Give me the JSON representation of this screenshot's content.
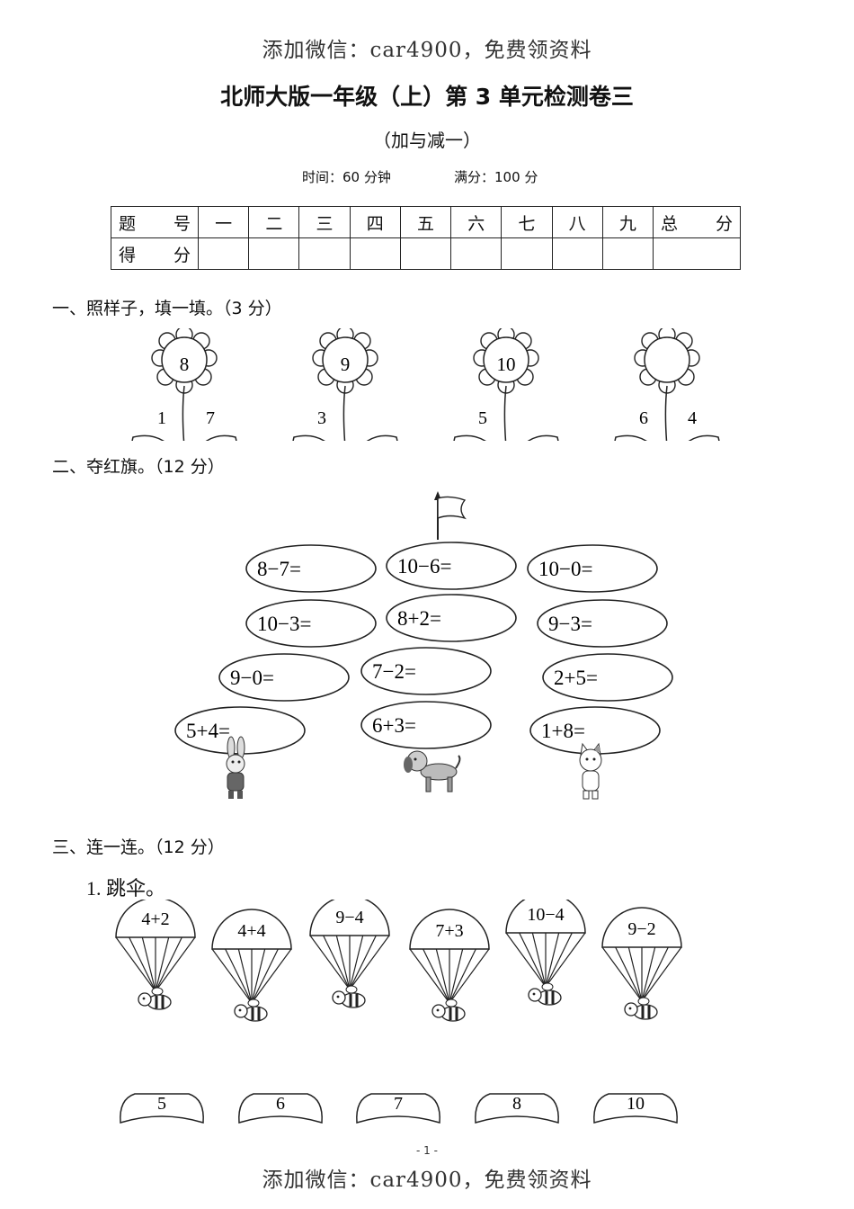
{
  "watermark": {
    "top": "添加微信：car4900，免费领资料",
    "bottom": "添加微信：car4900，免费领资料"
  },
  "title": "北师大版一年级（上）第 3 单元检测卷三",
  "subtitle": "（加与减一）",
  "meta": {
    "time": "时间：60 分钟",
    "score": "满分：100 分"
  },
  "score_table": {
    "row1_header": "题　号",
    "columns": [
      "一",
      "二",
      "三",
      "四",
      "五",
      "六",
      "七",
      "八",
      "九"
    ],
    "total": "总　分",
    "row2_header": "得　分"
  },
  "sections": {
    "s1": "一、照样子，填一填。（3 分）",
    "s2": "二、夺红旗。（12 分）",
    "s3": "三、连一连。（12 分）"
  },
  "flowers": [
    {
      "center": "8",
      "left": "1",
      "right": "7"
    },
    {
      "center": "9",
      "left": "3",
      "right": ""
    },
    {
      "center": "10",
      "left": "5",
      "right": ""
    },
    {
      "center": "",
      "left": "6",
      "right": "4"
    }
  ],
  "flag_ovals": [
    "8−7=",
    "10−6=",
    "10−0=",
    "10−3=",
    "8+2=",
    "9−3=",
    "9−0=",
    "7−2=",
    "2+5=",
    "5+4=",
    "6+3=",
    "1+8="
  ],
  "animals": [
    "rabbit-icon",
    "dog-icon",
    "cat-icon"
  ],
  "sub_question_1": "1. 跳伞。",
  "parachutes": [
    "4+2",
    "4+4",
    "9−4",
    "7+3",
    "10−4",
    "9−2"
  ],
  "landing_pads": [
    "5",
    "6",
    "7",
    "8",
    "10"
  ],
  "page_number": "- 1 -"
}
